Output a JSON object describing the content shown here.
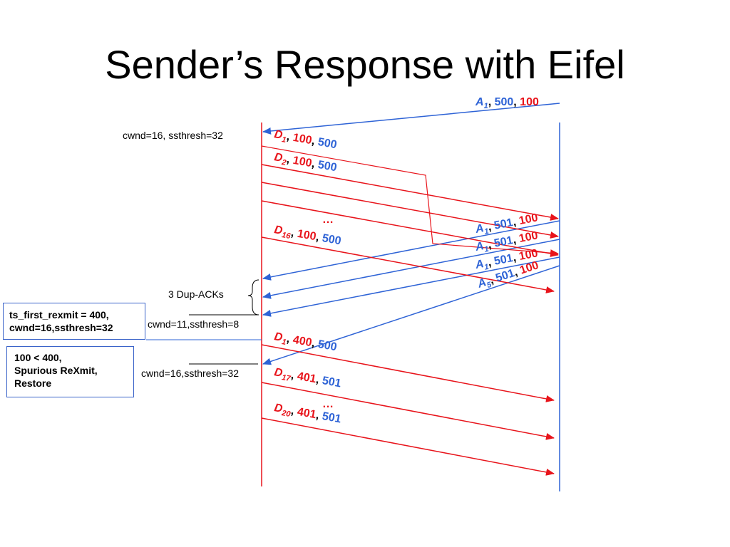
{
  "title": "Sender’s Response with Eifel",
  "colors": {
    "red": "#e8141b",
    "blue": "#2e63d6",
    "black": "#000000"
  },
  "annotations": {
    "cwnd_initial": "cwnd=16, ssthresh=32",
    "dup_acks": "3 Dup-ACKs",
    "cwnd_reduced": "cwnd=11,ssthresh=8",
    "cwnd_restored": "cwnd=16,ssthresh=32"
  },
  "notes": {
    "rexmit_line1": "ts_first_rexmit = 400,",
    "rexmit_line2": "cwnd=16,ssthresh=32",
    "spurious_line1": "100 < 400,",
    "spurious_line2": "Spurious ReXmit,",
    "spurious_line3": "Restore"
  },
  "ellipsis": "…",
  "comma": ",",
  "labels": {
    "a1_top": {
      "letter": "A",
      "sub": "1",
      "v1": "500",
      "v2": "100"
    },
    "d1_top": {
      "letter": "D",
      "sub": "1",
      "v1": "100",
      "v2": "500"
    },
    "d2": {
      "letter": "D",
      "sub": "2",
      "v1": "100",
      "v2": "500"
    },
    "d16": {
      "letter": "D",
      "sub": "16",
      "v1": "100",
      "v2": "500"
    },
    "a1_r1": {
      "letter": "A",
      "sub": "1",
      "v1": "501",
      "v2": "100"
    },
    "a1_r2": {
      "letter": "A",
      "sub": "1",
      "v1": "501",
      "v2": "100"
    },
    "a1_r3": {
      "letter": "A",
      "sub": "1",
      "v1": "501",
      "v2": "100"
    },
    "a5": {
      "letter": "A",
      "sub": "5",
      "v1": "501",
      "v2": "100"
    },
    "d1_rexmit": {
      "letter": "D",
      "sub": "1",
      "v1": "400",
      "v2": "500"
    },
    "d17": {
      "letter": "D",
      "sub": "17",
      "v1": "401",
      "v2": "501"
    },
    "d20": {
      "letter": "D",
      "sub": "20",
      "v1": "401",
      "v2": "501"
    }
  }
}
